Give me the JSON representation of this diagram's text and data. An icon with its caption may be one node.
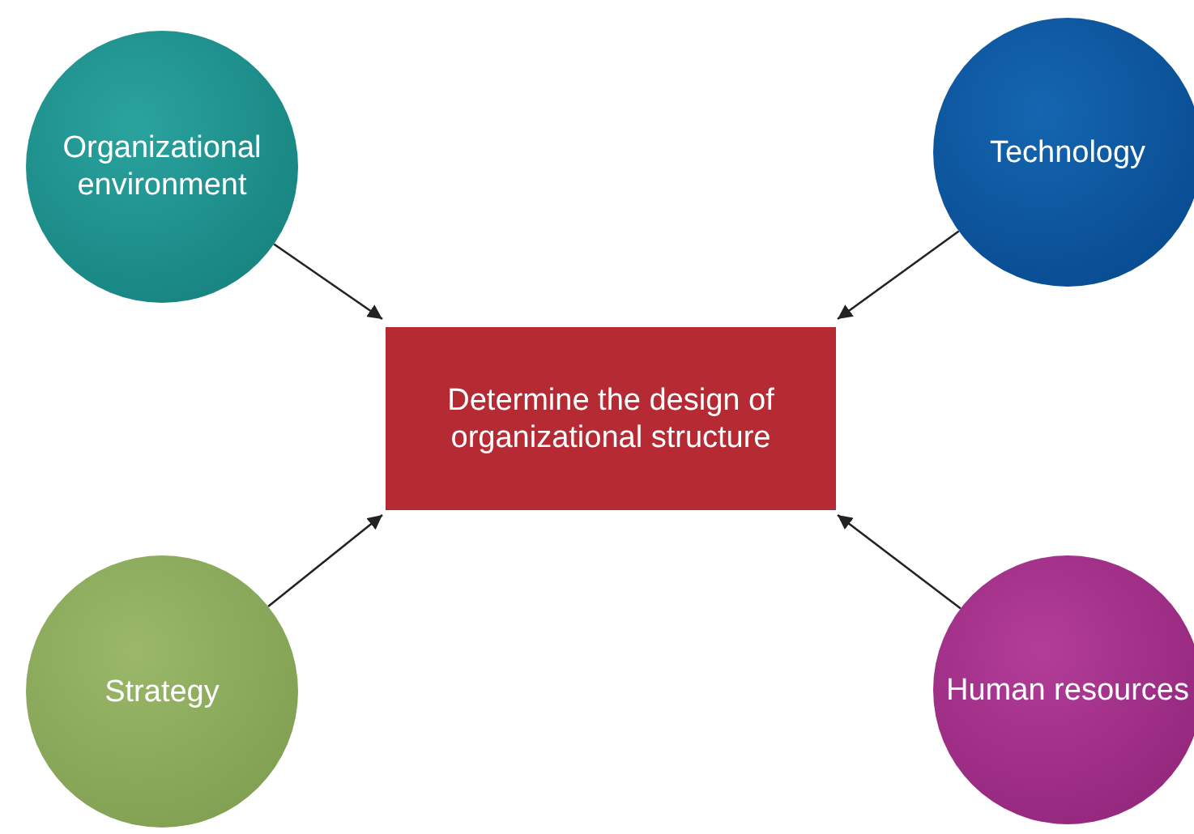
{
  "diagram": {
    "nodes": [
      {
        "text": [
          "Organizational environment"
        ]
      },
      {
        "text": [
          "Technology"
        ]
      },
      {
        "text": [
          "Determine the design of organizational structure"
        ]
      },
      {
        "text": [
          "Strategy"
        ]
      },
      {
        "text": [
          "Human resources"
        ]
      }
    ],
    "edges": [
      {
        "from": 0,
        "to": 2,
        "arrow": "to"
      },
      {
        "from": 1,
        "to": 2,
        "arrow": "to"
      },
      {
        "from": 3,
        "to": 2,
        "arrow": "to"
      },
      {
        "from": 4,
        "to": 2,
        "arrow": "to"
      }
    ]
  }
}
